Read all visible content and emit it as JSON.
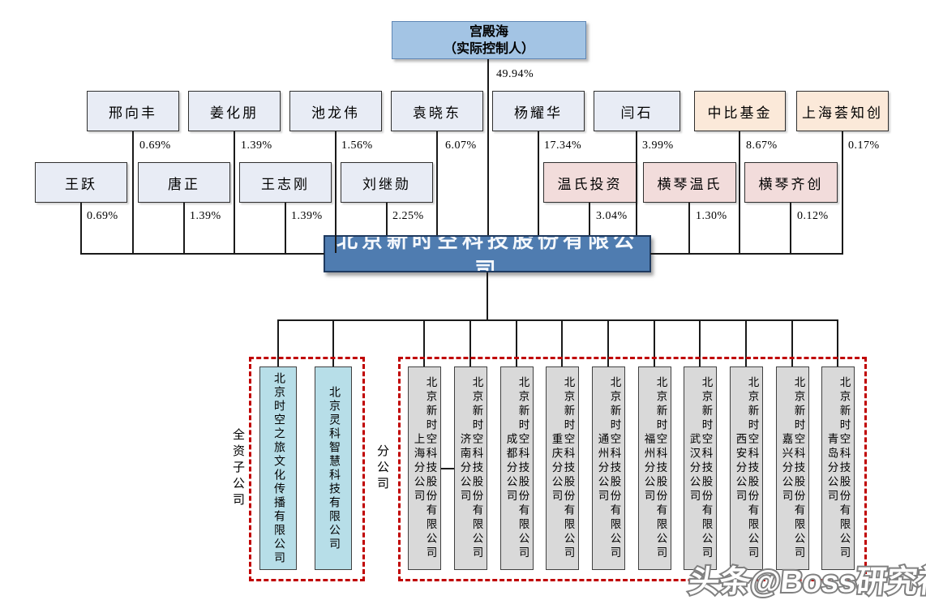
{
  "controller": {
    "name": "宫殿海",
    "role": "（实际控制人）",
    "percent": "49.94%"
  },
  "shareholders_row1": [
    {
      "name": "邢向丰",
      "percent": "0.69%"
    },
    {
      "name": "姜化朋",
      "percent": "1.39%"
    },
    {
      "name": "池龙伟",
      "percent": "1.56%"
    },
    {
      "name": "袁晓东",
      "percent": "6.07%"
    },
    {
      "name": "杨耀华",
      "percent": "17.34%"
    },
    {
      "name": "闫石",
      "percent": "3.99%"
    },
    {
      "name": "中比基金",
      "percent": "8.67%"
    },
    {
      "name": "上海荟知创",
      "percent": "0.17%"
    }
  ],
  "shareholders_row2": [
    {
      "name": "王跃",
      "percent": "0.69%"
    },
    {
      "name": "唐正",
      "percent": "1.39%"
    },
    {
      "name": "王志刚",
      "percent": "1.39%"
    },
    {
      "name": "刘继勋",
      "percent": "2.25%"
    },
    {
      "name": "温氏投资",
      "percent": "3.04%"
    },
    {
      "name": "横琴温氏",
      "percent": "1.30%"
    },
    {
      "name": "横琴齐创",
      "percent": "0.12%"
    }
  ],
  "company": {
    "name": "北京新时空科技股份有限公司"
  },
  "subsidiaries": {
    "label": "全资子公司",
    "items": [
      "北京时空之旅文化传播有限公司",
      "北京灵科智慧科技有限公司"
    ]
  },
  "branches": {
    "label": "分公司",
    "prefix": "北京新时空科技股份有限公司",
    "items": [
      "上海分公司",
      "济南分公司",
      "成都分公司",
      "重庆分公司",
      "通州分公司",
      "福州分公司",
      "武汉分公司",
      "西安分公司",
      "嘉兴分公司",
      "青岛分公司"
    ]
  },
  "watermark": "头条@Boss研究社",
  "colors": {
    "controller_box": "#a3c4e4",
    "person_box": "#e8ecf5",
    "fund_box": "#fbe9d9",
    "pink_box": "#f2dcdb",
    "company_box": "#4f7cb0",
    "subsidiary_box": "#b7dee8",
    "branch_box": "#d9d9d9",
    "dashed_border": "#c00000",
    "line": "#1a1a1a"
  }
}
